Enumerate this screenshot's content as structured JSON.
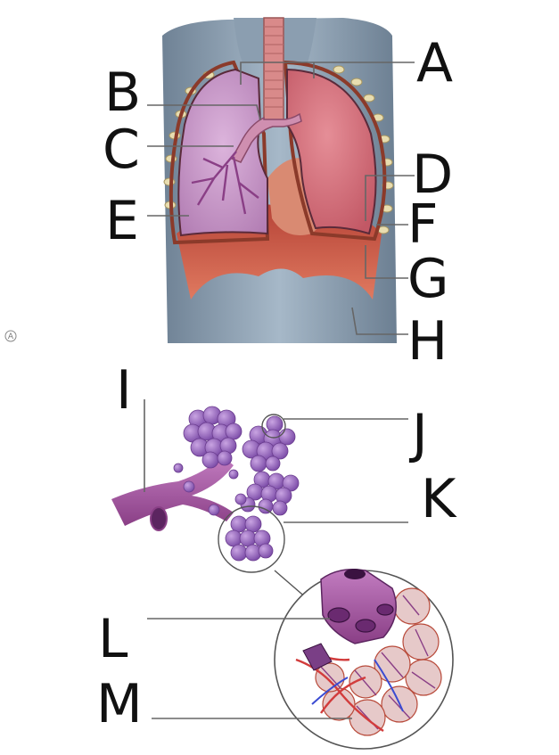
{
  "figure": {
    "panel_marker": "A",
    "labels": {
      "A": "A",
      "B": "B",
      "C": "C",
      "D": "D",
      "E": "E",
      "F": "F",
      "G": "G",
      "H": "H",
      "I": "I",
      "J": "J",
      "K": "K",
      "L": "L",
      "M": "M"
    }
  },
  "colors": {
    "label_text": "#111111",
    "leader_line": "#666666",
    "torso": "#8fa2b4",
    "lung_left": "#c899c6",
    "lung_right": "#d6737c",
    "diaphragm": "#cf5b4b",
    "airway": "#b85fa0",
    "alveoli": "#9b6bc0",
    "capillary": "#d23c3c"
  }
}
